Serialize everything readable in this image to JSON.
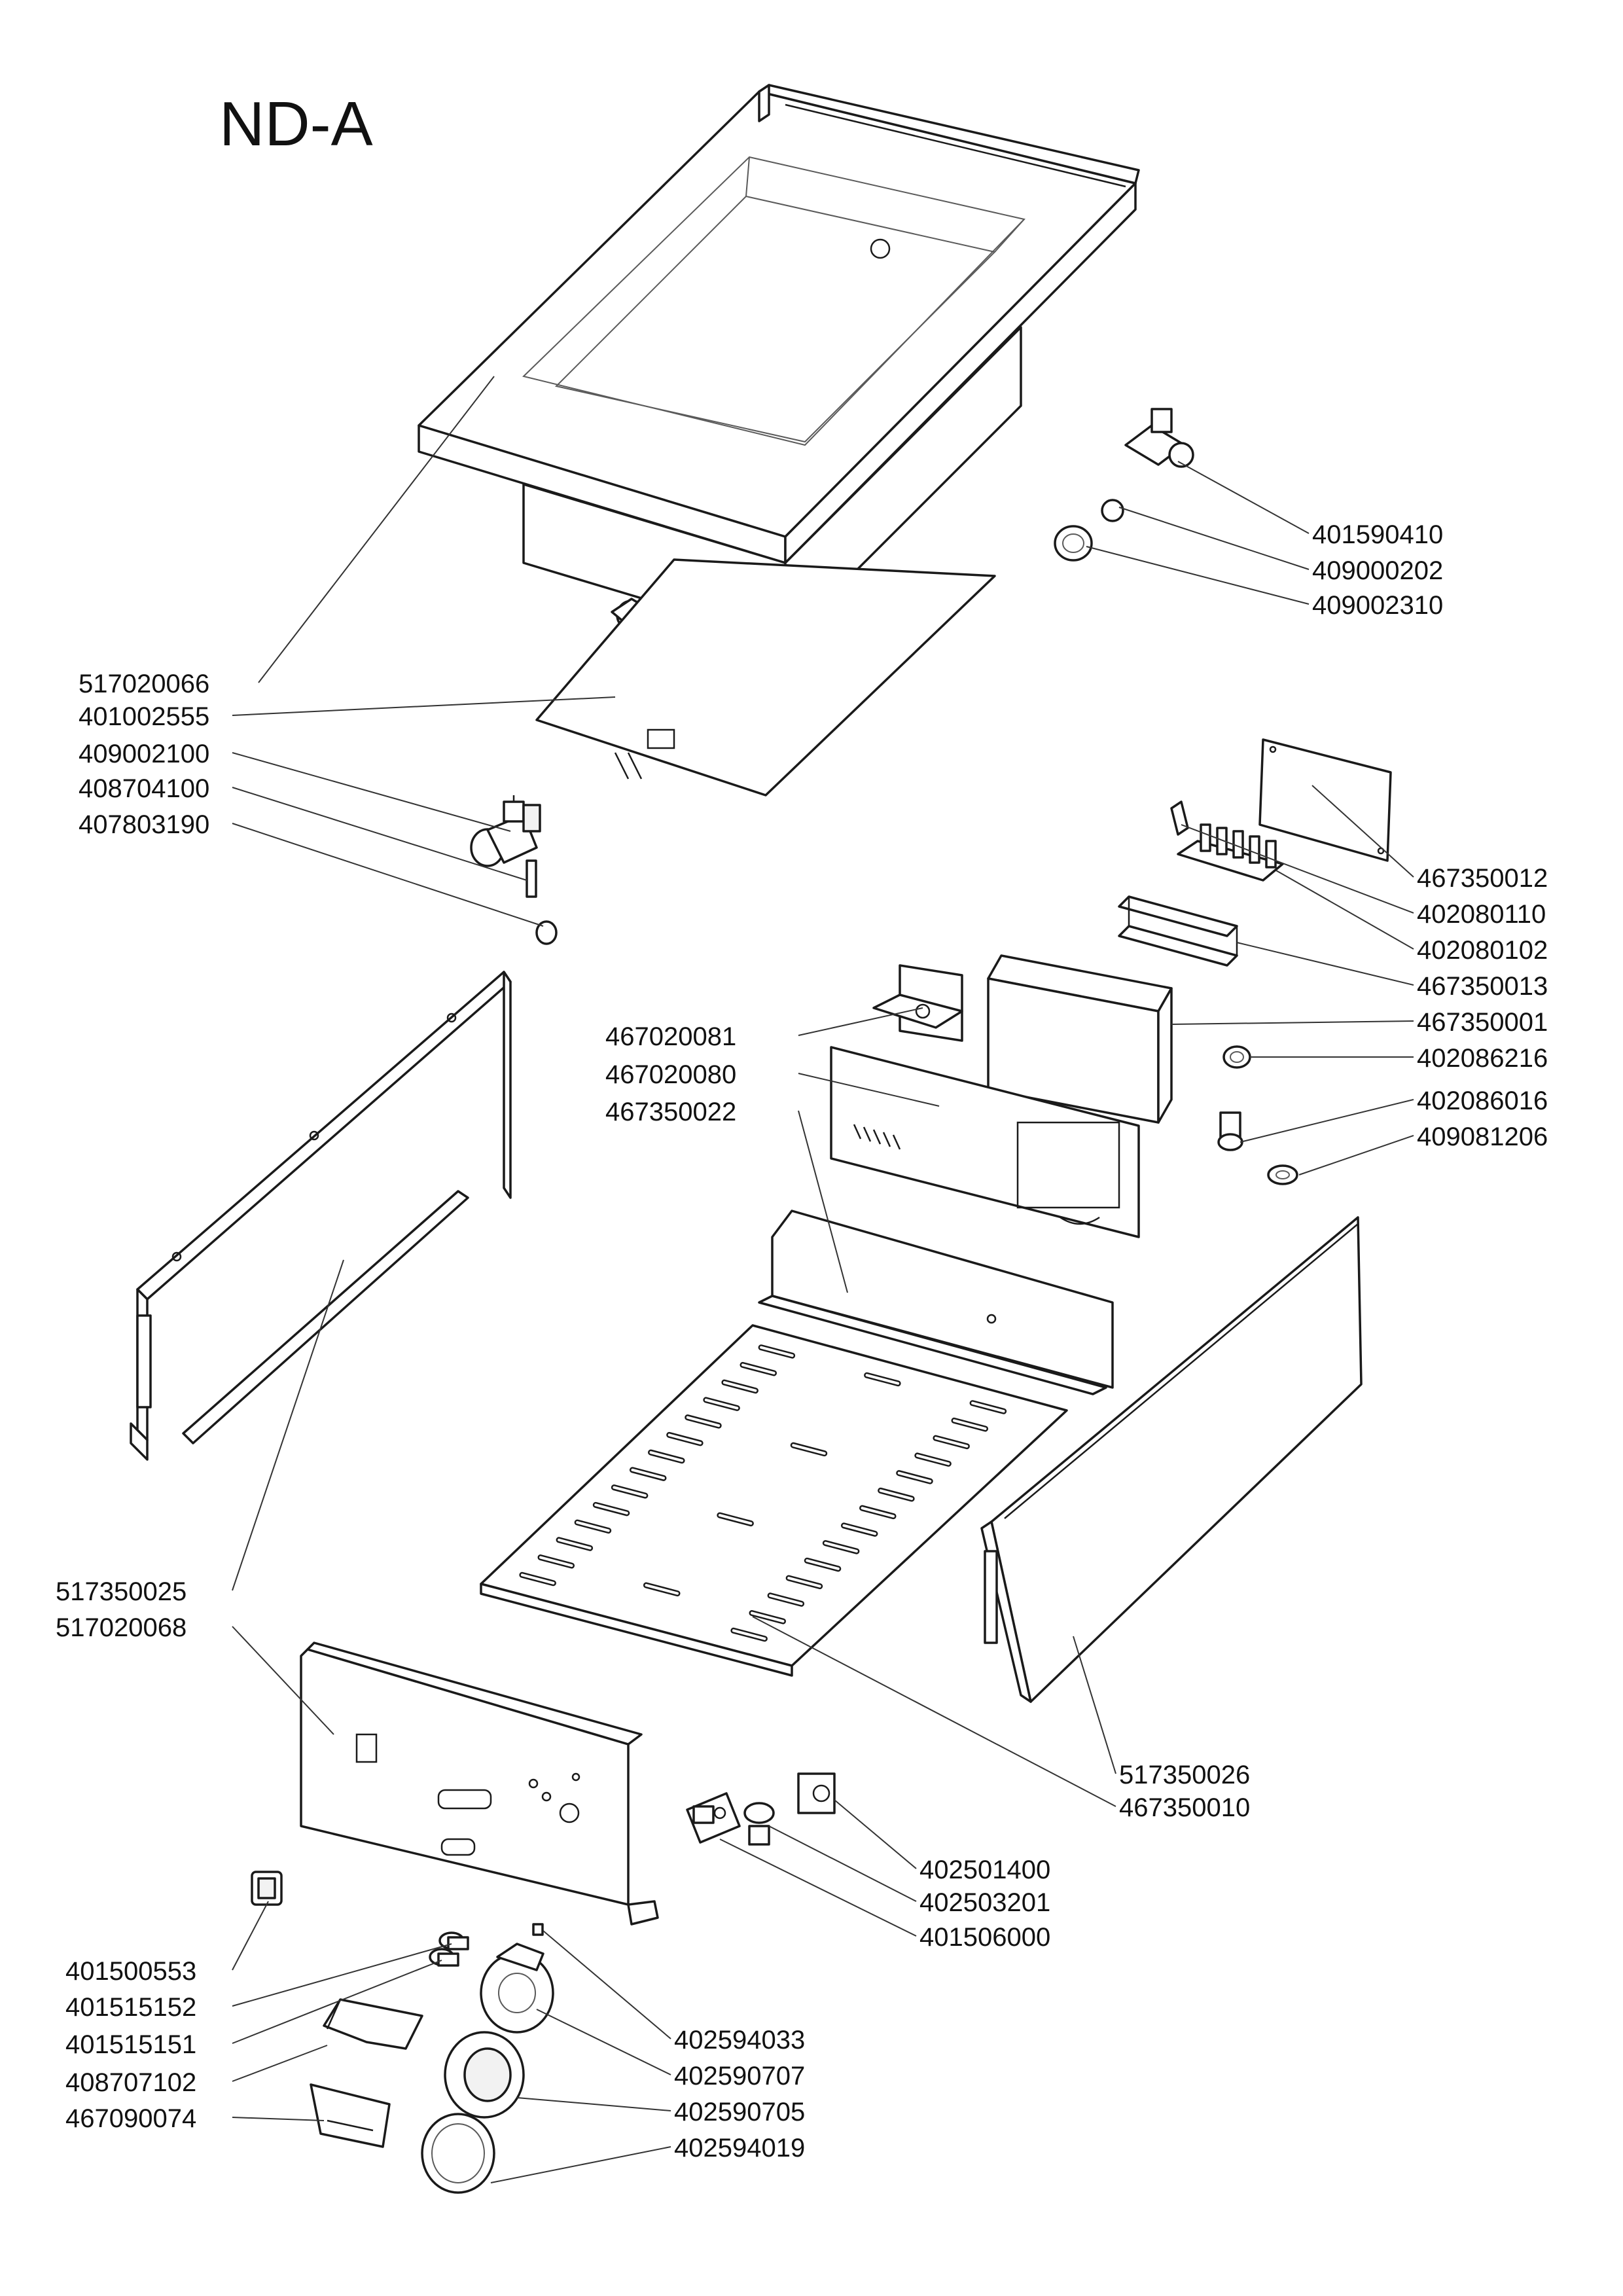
{
  "title": "ND-A",
  "part_numbers": {
    "p517020066": "517020066",
    "p401002555": "401002555",
    "p409002100": "409002100",
    "p408704100": "408704100",
    "p407803190": "407803190",
    "p401590410": "401590410",
    "p409000202": "409000202",
    "p409002310": "409002310",
    "p467350012": "467350012",
    "p402080110": "402080110",
    "p402080102": "402080102",
    "p467350013": "467350013",
    "p467020081": "467020081",
    "p467350001": "467350001",
    "p467020080": "467020080",
    "p402086216": "402086216",
    "p467350022": "467350022",
    "p402086016": "402086016",
    "p409081206": "409081206",
    "p517350025": "517350025",
    "p517020068": "517020068",
    "p517350026": "517350026",
    "p467350010": "467350010",
    "p402501400": "402501400",
    "p402503201": "402503201",
    "p401506000": "401506000",
    "p401500553": "401500553",
    "p401515152": "401515152",
    "p401515151": "401515151",
    "p408707102": "408707102",
    "p467090074": "467090074",
    "p402594033": "402594033",
    "p402590707": "402590707",
    "p402590705": "402590705",
    "p402594019": "402594019"
  }
}
